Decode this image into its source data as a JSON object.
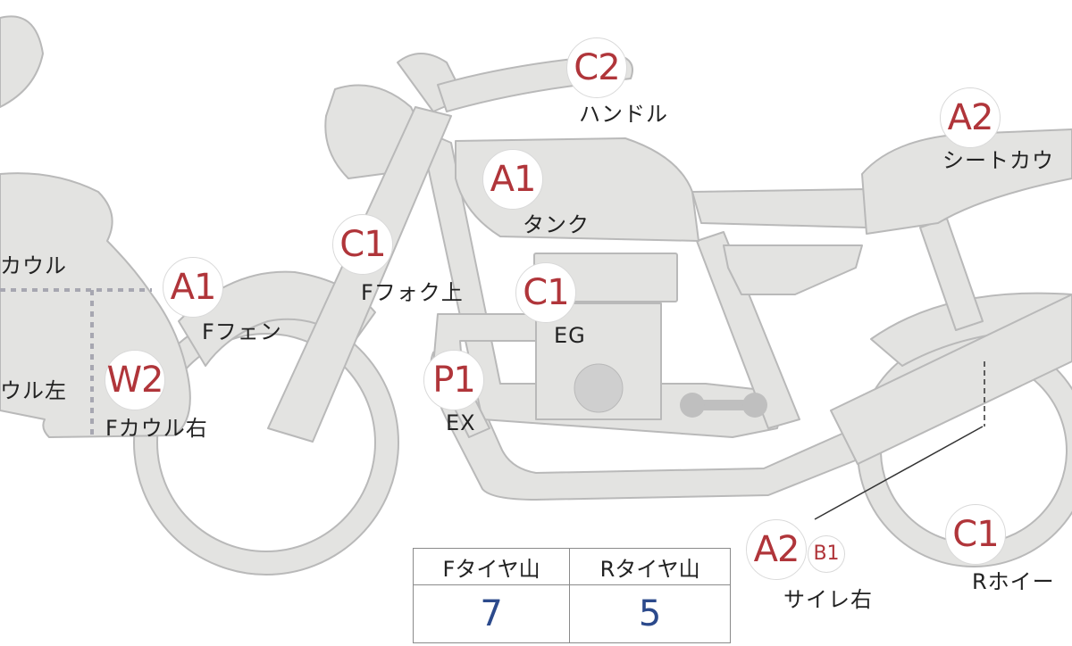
{
  "grades": [
    {
      "id": "handle",
      "grade": "C2",
      "label": "ハンドル"
    },
    {
      "id": "seat-cowl",
      "grade": "A2",
      "label": "シートカウ"
    },
    {
      "id": "tank",
      "grade": "A1",
      "label": "タンク"
    },
    {
      "id": "f-fork-top",
      "grade": "C1",
      "label": "Fフォク上"
    },
    {
      "id": "f-fender",
      "grade": "A1",
      "label": "Fフェン"
    },
    {
      "id": "eg",
      "grade": "C1",
      "label": "EG"
    },
    {
      "id": "ex",
      "grade": "P1",
      "label": "EX"
    },
    {
      "id": "f-cowl-right",
      "grade": "W2",
      "label": "Fカウル右"
    },
    {
      "id": "silencer-right",
      "grade": "A2",
      "label": "サイレ右",
      "sub_grade": "B1"
    },
    {
      "id": "r-wheel",
      "grade": "C1",
      "label": "Rホイー"
    }
  ],
  "cut_labels": {
    "cowl": "カウル",
    "cowl_left": "ウル左"
  },
  "tire_table": {
    "headers": [
      "Fタイヤ山",
      "Rタイヤ山"
    ],
    "values": [
      "7",
      "5"
    ]
  },
  "colors": {
    "bike_fill": "#e3e3e1",
    "bike_stroke": "#b9b9b9",
    "grade_text": "#b0353a",
    "table_value": "#2c4a8c"
  }
}
